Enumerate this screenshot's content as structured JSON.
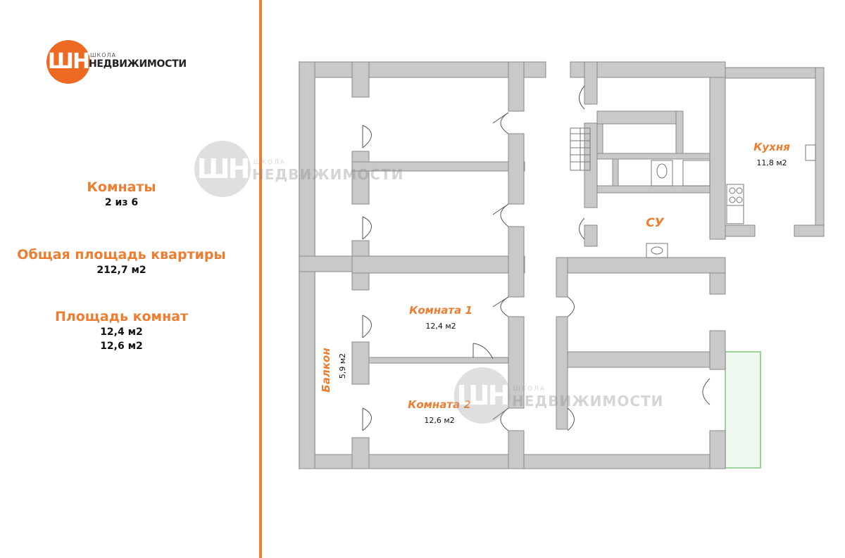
{
  "logo": {
    "monogram": "ШН",
    "small": "ШКОЛА",
    "big": "НЕДВИЖИМОСТИ",
    "brand_color": "#ee6a22"
  },
  "info": {
    "rooms_title": "Комнаты",
    "rooms_value": "2 из 6",
    "total_title": "Общая площадь квартиры",
    "total_value": "212,7 м2",
    "area_title": "Площадь комнат",
    "area_values": [
      "12,4 м2",
      "12,6 м2"
    ]
  },
  "plan": {
    "kitchen": {
      "name": "Кухня",
      "area": "11,8 м2"
    },
    "bathroom": {
      "name": "СУ"
    },
    "room1": {
      "name": "Комната 1",
      "area": "12,4 м2"
    },
    "room2": {
      "name": "Комната 2",
      "area": "12,6 м2"
    },
    "balcony": {
      "name": "Балкон",
      "area": "5,9 м2"
    }
  },
  "colors": {
    "accent": "#ed7d31",
    "wall": "#c9c9c9",
    "balcony": "#7fc77f"
  }
}
